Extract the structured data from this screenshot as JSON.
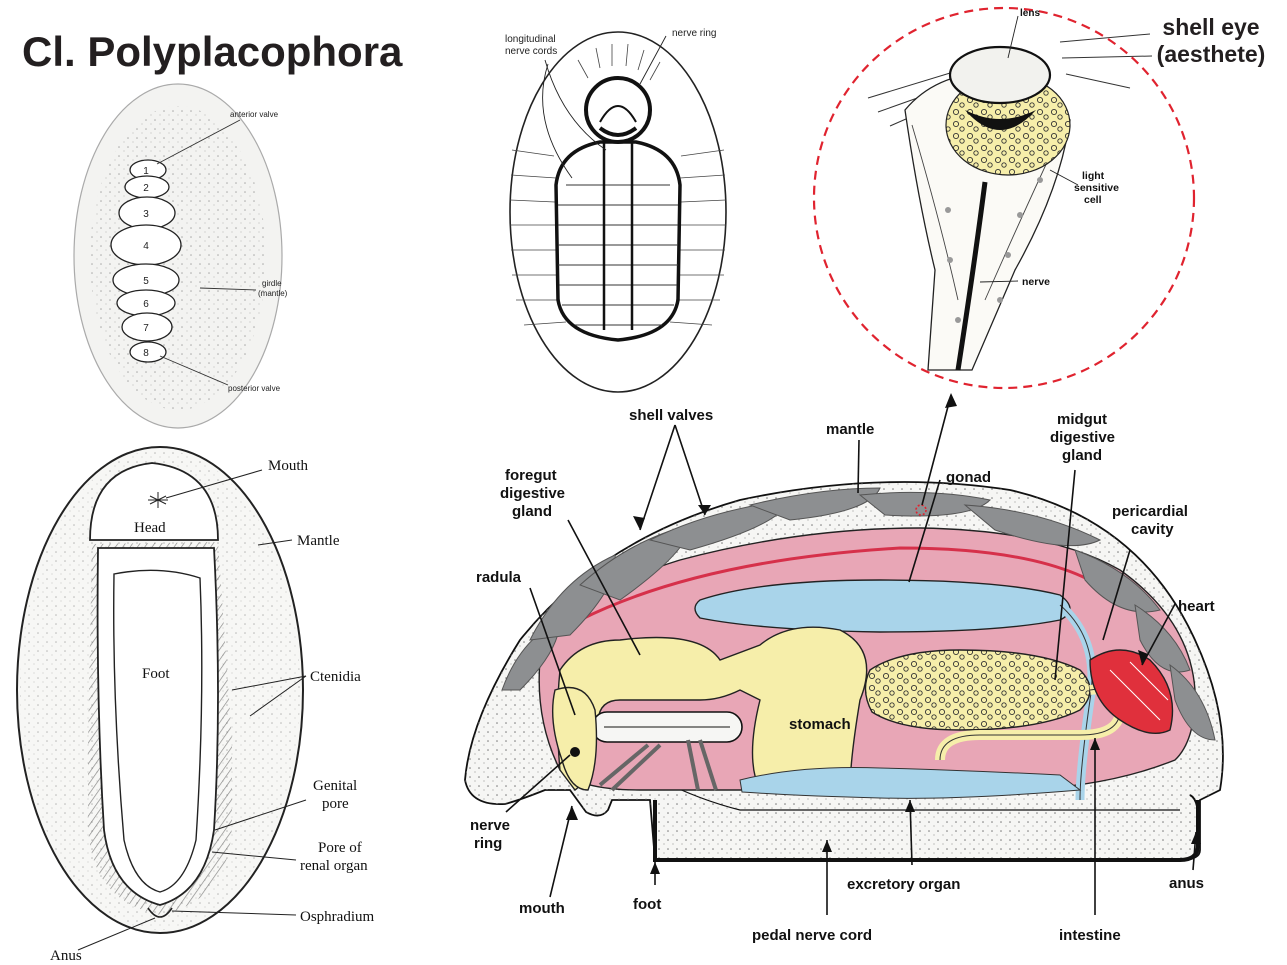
{
  "title": "Cl. Polyplacophora",
  "eye_title": {
    "line1": "shell eye",
    "line2": "(aesthete)"
  },
  "valves_view": {
    "valve_numbers": [
      "1",
      "2",
      "3",
      "4",
      "5",
      "6",
      "7",
      "8"
    ],
    "labels": {
      "anterior": "anterior valve",
      "girdle1": "girdle",
      "girdle2": "(mantle)",
      "posterior": "posterior valve"
    }
  },
  "ventral_view": {
    "labels": {
      "mouth": "Mouth",
      "head": "Head",
      "mantle": "Mantle",
      "foot": "Foot",
      "ctenidia": "Ctenidia",
      "genital1": "Genital",
      "genital2": "pore",
      "renal1": "Pore of",
      "renal2": "renal organ",
      "osphradium": "Osphradium",
      "anus": "Anus"
    }
  },
  "nerve_view": {
    "labels": {
      "longitudinal1": "longitudinal",
      "longitudinal2": "nerve cords",
      "nerve_ring": "nerve ring"
    }
  },
  "eye_view": {
    "labels": {
      "lens": "lens",
      "light1": "light",
      "light2": "sensitive",
      "light3": "cell",
      "nerve": "nerve"
    }
  },
  "section_view": {
    "labels": {
      "shell_valves": "shell valves",
      "mantle": "mantle",
      "midgut1": "midgut",
      "midgut2": "digestive",
      "midgut3": "gland",
      "foregut1": "foregut",
      "foregut2": "digestive",
      "foregut3": "gland",
      "gonad": "gonad",
      "pericardial1": "pericardial",
      "pericardial2": "cavity",
      "radula": "radula",
      "heart": "heart",
      "stomach": "stomach",
      "nerve_ring1": "nerve",
      "nerve_ring2": "ring",
      "mouth": "mouth",
      "foot": "foot",
      "excretory": "excretory organ",
      "anus": "anus",
      "pedal": "pedal nerve cord",
      "intestine": "intestine"
    }
  },
  "colors": {
    "visceral": "#e8a6b6",
    "gonad": "#a9d4ea",
    "gland": "#f6eeaa",
    "shell": "#8d8f91",
    "heart": "#e0303c",
    "eye_circle": "#e0232f"
  }
}
